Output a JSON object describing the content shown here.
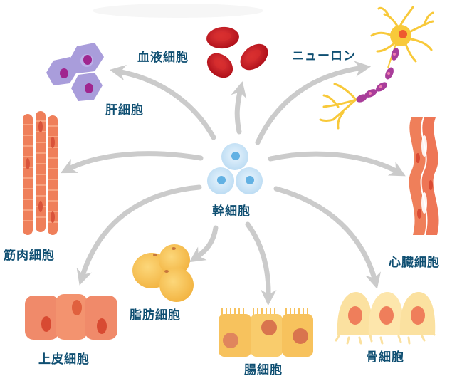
{
  "diagram": {
    "title": "幹細胞",
    "center": {
      "label": "幹細胞",
      "icon": "stem-cell-cluster-icon"
    },
    "targets": [
      {
        "id": "liver",
        "label": "肝細胞",
        "icon": "liver-cell-icon"
      },
      {
        "id": "blood",
        "label": "血液細胞",
        "icon": "red-blood-cell-icon"
      },
      {
        "id": "neuron",
        "label": "ニューロン",
        "icon": "neuron-icon"
      },
      {
        "id": "muscle",
        "label": "筋肉細胞",
        "icon": "muscle-fiber-icon"
      },
      {
        "id": "heart",
        "label": "心臓細胞",
        "icon": "cardiac-muscle-icon"
      },
      {
        "id": "epithelial",
        "label": "上皮細胞",
        "icon": "epithelial-cell-icon"
      },
      {
        "id": "fat",
        "label": "脂肪細胞",
        "icon": "fat-cell-icon"
      },
      {
        "id": "intestine",
        "label": "腸細胞",
        "icon": "intestinal-cell-icon"
      },
      {
        "id": "bone",
        "label": "骨細胞",
        "icon": "bone-cell-icon"
      }
    ],
    "colors": {
      "label_text": "#0f4f72",
      "arrow": "#cbcbcb",
      "stem_cell": "#cfe7f8",
      "liver": "#a99ddb",
      "blood": "#c8151d",
      "neuron": "#f8c93a",
      "muscle": "#ef7f5a",
      "epithelial": "#f08a6a",
      "fat": "#f8c75a",
      "intestine": "#f7c25d",
      "bone": "#fbe1a0"
    }
  }
}
